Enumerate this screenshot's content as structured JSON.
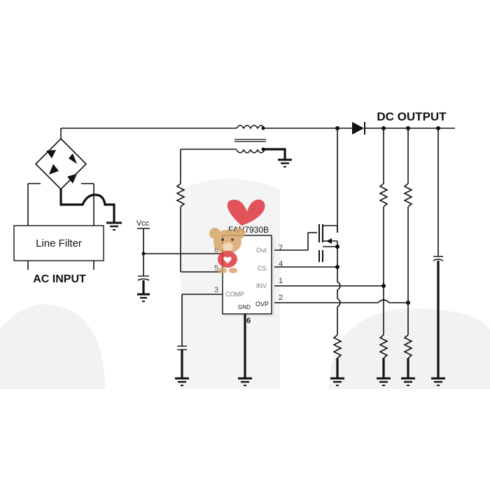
{
  "labels": {
    "dc_output": "DC OUTPUT",
    "ac_input": "AC INPUT",
    "line_filter": "Line Filter",
    "vcc": "Vcc",
    "ic_name": "FAN7930B"
  },
  "ic_pins": {
    "p8": "8",
    "p5": "5",
    "p3": "3",
    "p7": "7",
    "p4": "4",
    "p1": "1",
    "p2": "2",
    "p6": "6",
    "out": "Out",
    "cs": "CS",
    "inv": "INV",
    "comp": "COMP",
    "ovp": "OVP",
    "gnd": "GND"
  },
  "colors": {
    "wire": "#111111",
    "background_shape": "#f1f1f1",
    "bear_fur": "#d9a66a",
    "heart_red": "#e0373f"
  }
}
